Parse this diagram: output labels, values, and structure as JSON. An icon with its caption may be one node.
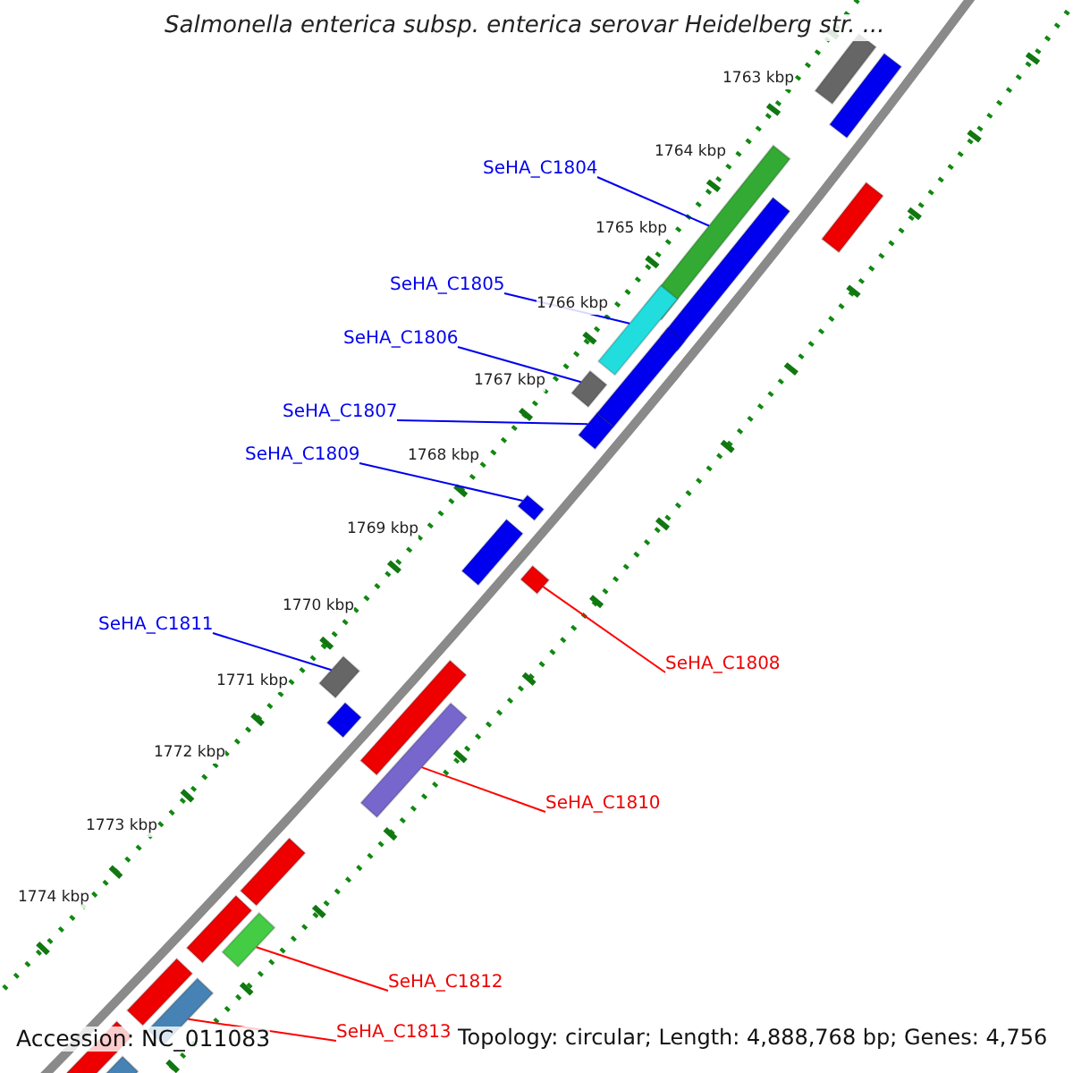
{
  "diagram": {
    "title": "Salmonella enterica subsp. enterica serovar Heidelberg str. ...",
    "nodes": [
      {
        "text": [
          "SeHA_C1804"
        ]
      },
      {
        "text": [
          "SeHA_C1805"
        ]
      },
      {
        "text": [
          "SeHA_C1806"
        ]
      },
      {
        "text": [
          "SeHA_C1807"
        ]
      },
      {
        "text": [
          "SeHA_C1809"
        ]
      },
      {
        "text": [
          "SeHA_C1811"
        ]
      },
      {
        "text": [
          "SeHA_C1808"
        ]
      },
      {
        "text": [
          "SeHA_C1810"
        ]
      },
      {
        "text": [
          "SeHA_C1812"
        ]
      },
      {
        "text": [
          "SeHA_C1813"
        ]
      },
      {
        "text": [],
        "shape": "bar"
      },
      {
        "text": [],
        "shape": "bar"
      },
      {
        "text": [],
        "shape": "bar"
      },
      {
        "text": [],
        "shape": "bar"
      },
      {
        "text": [],
        "shape": "bar"
      },
      {
        "text": [],
        "shape": "bar"
      },
      {
        "text": [],
        "shape": "bar"
      },
      {
        "text": [],
        "shape": "bar"
      },
      {
        "text": [],
        "shape": "bar"
      },
      {
        "text": [],
        "shape": "bar"
      },
      {
        "text": [],
        "shape": "bar"
      },
      {
        "text": [],
        "shape": "bar"
      },
      {
        "text": [],
        "shape": "bar"
      },
      {
        "text": [],
        "shape": "bar"
      },
      {
        "text": [],
        "shape": "bar"
      },
      {
        "text": [],
        "shape": "bar"
      },
      {
        "text": [],
        "shape": "bar"
      },
      {
        "text": [],
        "shape": "bar"
      },
      {
        "text": [],
        "shape": "bar"
      },
      {
        "text": [],
        "shape": "bar"
      },
      {
        "text": [],
        "shape": "bar"
      },
      {
        "text": [],
        "shape": "bar"
      },
      {
        "text": [],
        "shape": "bar"
      }
    ],
    "edges": [
      {
        "from": 0,
        "to": 13,
        "arrow": "none"
      },
      {
        "from": 1,
        "to": 15,
        "arrow": "none"
      },
      {
        "from": 2,
        "to": 17,
        "arrow": "none"
      },
      {
        "from": 3,
        "to": 18,
        "arrow": "none"
      },
      {
        "from": 4,
        "to": 19,
        "arrow": "none"
      },
      {
        "from": 5,
        "to": 23,
        "arrow": "none"
      },
      {
        "from": 6,
        "to": 20,
        "arrow": "none",
        "color": "#ff0000"
      },
      {
        "from": 7,
        "to": 24,
        "arrow": "none",
        "color": "#ff0000"
      },
      {
        "from": 8,
        "to": 27,
        "arrow": "none",
        "color": "#ff0000"
      },
      {
        "from": 9,
        "to": 29,
        "arrow": "none",
        "color": "#ff0000"
      }
    ],
    "labels": [
      "1763 kbp",
      "1764 kbp",
      "1765 kbp",
      "1766 kbp",
      "1767 kbp",
      "1768 kbp",
      "1769 kbp",
      "1770 kbp",
      "1771 kbp",
      "1772 kbp",
      "1773 kbp",
      "1774 kbp",
      "Accession: NC_011083",
      "Topology: circular; Length: 4,888,768 bp; Genes: 4,756"
    ]
  }
}
